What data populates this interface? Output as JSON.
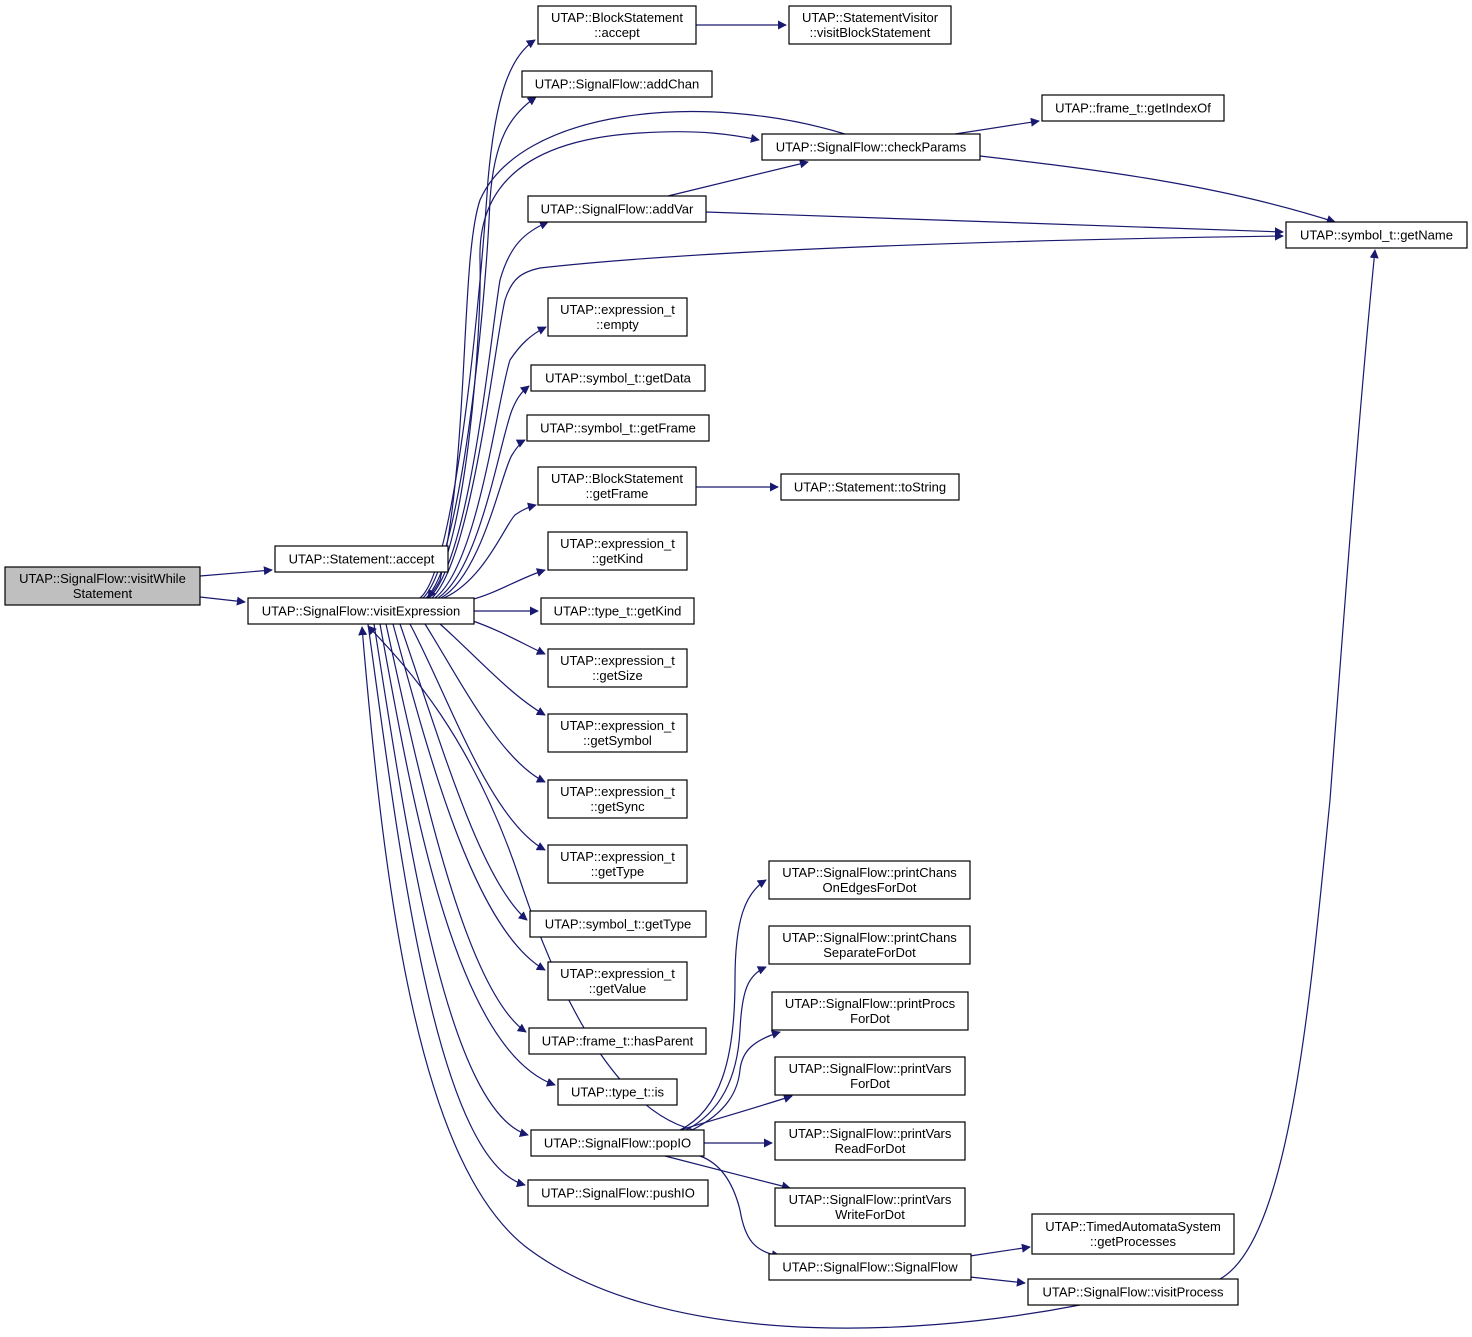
{
  "title": "UTAP::SignalFlow::visitWhileStatement call graph",
  "colors": {
    "edge": "#191970",
    "node_border": "#000000",
    "node_fill": "#ffffff",
    "root_fill": "#bfbfbf"
  },
  "nodes": [
    {
      "id": "visitWhile",
      "lines": [
        "UTAP::SignalFlow::visitWhile",
        "Statement"
      ]
    },
    {
      "id": "stmtAccept",
      "lines": [
        "UTAP::Statement::accept"
      ]
    },
    {
      "id": "visitExpression",
      "lines": [
        "UTAP::SignalFlow::visitExpression"
      ]
    },
    {
      "id": "blockAccept",
      "lines": [
        "UTAP::BlockStatement",
        "::accept"
      ]
    },
    {
      "id": "visitBlock",
      "lines": [
        "UTAP::StatementVisitor",
        "::visitBlockStatement"
      ]
    },
    {
      "id": "addChan",
      "lines": [
        "UTAP::SignalFlow::addChan"
      ]
    },
    {
      "id": "getIndexOf",
      "lines": [
        "UTAP::frame_t::getIndexOf"
      ]
    },
    {
      "id": "checkParams",
      "lines": [
        "UTAP::SignalFlow::checkParams"
      ]
    },
    {
      "id": "addVar",
      "lines": [
        "UTAP::SignalFlow::addVar"
      ]
    },
    {
      "id": "getName",
      "lines": [
        "UTAP::symbol_t::getName"
      ]
    },
    {
      "id": "exprEmpty",
      "lines": [
        "UTAP::expression_t",
        "::empty"
      ]
    },
    {
      "id": "symGetData",
      "lines": [
        "UTAP::symbol_t::getData"
      ]
    },
    {
      "id": "symGetFrame",
      "lines": [
        "UTAP::symbol_t::getFrame"
      ]
    },
    {
      "id": "blockGetFrame",
      "lines": [
        "UTAP::BlockStatement",
        "::getFrame"
      ]
    },
    {
      "id": "toString",
      "lines": [
        "UTAP::Statement::toString"
      ]
    },
    {
      "id": "exprGetKind",
      "lines": [
        "UTAP::expression_t",
        "::getKind"
      ]
    },
    {
      "id": "typeGetKind",
      "lines": [
        "UTAP::type_t::getKind"
      ]
    },
    {
      "id": "exprGetSize",
      "lines": [
        "UTAP::expression_t",
        "::getSize"
      ]
    },
    {
      "id": "exprGetSymbol",
      "lines": [
        "UTAP::expression_t",
        "::getSymbol"
      ]
    },
    {
      "id": "exprGetSync",
      "lines": [
        "UTAP::expression_t",
        "::getSync"
      ]
    },
    {
      "id": "exprGetType",
      "lines": [
        "UTAP::expression_t",
        "::getType"
      ]
    },
    {
      "id": "printChansOnEdges",
      "lines": [
        "UTAP::SignalFlow::printChans",
        "OnEdgesForDot"
      ]
    },
    {
      "id": "symGetType",
      "lines": [
        "UTAP::symbol_t::getType"
      ]
    },
    {
      "id": "printChansSeparate",
      "lines": [
        "UTAP::SignalFlow::printChans",
        "SeparateForDot"
      ]
    },
    {
      "id": "exprGetValue",
      "lines": [
        "UTAP::expression_t",
        "::getValue"
      ]
    },
    {
      "id": "printProcs",
      "lines": [
        "UTAP::SignalFlow::printProcs",
        "ForDot"
      ]
    },
    {
      "id": "hasParent",
      "lines": [
        "UTAP::frame_t::hasParent"
      ]
    },
    {
      "id": "printVars",
      "lines": [
        "UTAP::SignalFlow::printVars",
        "ForDot"
      ]
    },
    {
      "id": "typeIs",
      "lines": [
        "UTAP::type_t::is"
      ]
    },
    {
      "id": "popIO",
      "lines": [
        "UTAP::SignalFlow::popIO"
      ]
    },
    {
      "id": "printVarsRead",
      "lines": [
        "UTAP::SignalFlow::printVars",
        "ReadForDot"
      ]
    },
    {
      "id": "pushIO",
      "lines": [
        "UTAP::SignalFlow::pushIO"
      ]
    },
    {
      "id": "printVarsWrite",
      "lines": [
        "UTAP::SignalFlow::printVars",
        "WriteForDot"
      ]
    },
    {
      "id": "getProcesses",
      "lines": [
        "UTAP::TimedAutomataSystem",
        "::getProcesses"
      ]
    },
    {
      "id": "signalFlowCtor",
      "lines": [
        "UTAP::SignalFlow::SignalFlow"
      ]
    },
    {
      "id": "visitProcess",
      "lines": [
        "UTAP::SignalFlow::visitProcess"
      ]
    }
  ],
  "edges": [
    {
      "from": "visitWhile",
      "to": "stmtAccept"
    },
    {
      "from": "visitWhile",
      "to": "visitExpression"
    },
    {
      "from": "visitExpression",
      "to": "blockAccept"
    },
    {
      "from": "visitExpression",
      "to": "addChan"
    },
    {
      "from": "visitExpression",
      "to": "checkParams"
    },
    {
      "from": "visitExpression",
      "to": "addVar"
    },
    {
      "from": "visitExpression",
      "to": "getName"
    },
    {
      "from": "visitExpression",
      "to": "exprEmpty"
    },
    {
      "from": "visitExpression",
      "to": "symGetData"
    },
    {
      "from": "visitExpression",
      "to": "symGetFrame"
    },
    {
      "from": "visitExpression",
      "to": "blockGetFrame"
    },
    {
      "from": "visitExpression",
      "to": "exprGetKind"
    },
    {
      "from": "visitExpression",
      "to": "typeGetKind"
    },
    {
      "from": "visitExpression",
      "to": "exprGetSize"
    },
    {
      "from": "visitExpression",
      "to": "exprGetSymbol"
    },
    {
      "from": "visitExpression",
      "to": "exprGetSync"
    },
    {
      "from": "visitExpression",
      "to": "exprGetType"
    },
    {
      "from": "visitExpression",
      "to": "symGetType"
    },
    {
      "from": "visitExpression",
      "to": "exprGetValue"
    },
    {
      "from": "visitExpression",
      "to": "hasParent"
    },
    {
      "from": "visitExpression",
      "to": "typeIs"
    },
    {
      "from": "visitExpression",
      "to": "popIO"
    },
    {
      "from": "visitExpression",
      "to": "pushIO"
    },
    {
      "from": "blockAccept",
      "to": "visitBlock"
    },
    {
      "from": "checkParams",
      "to": "getIndexOf"
    },
    {
      "from": "checkParams",
      "to": "getName"
    },
    {
      "from": "checkParams",
      "to": "visitExpression"
    },
    {
      "from": "addVar",
      "to": "checkParams"
    },
    {
      "from": "addVar",
      "to": "getName"
    },
    {
      "from": "blockGetFrame",
      "to": "toString"
    },
    {
      "from": "popIO",
      "to": "visitExpression"
    },
    {
      "from": "popIO",
      "to": "printChansOnEdges"
    },
    {
      "from": "popIO",
      "to": "printChansSeparate"
    },
    {
      "from": "popIO",
      "to": "printProcs"
    },
    {
      "from": "popIO",
      "to": "printVars"
    },
    {
      "from": "popIO",
      "to": "printVarsRead"
    },
    {
      "from": "popIO",
      "to": "printVarsWrite"
    },
    {
      "from": "popIO",
      "to": "signalFlowCtor"
    },
    {
      "from": "signalFlowCtor",
      "to": "getProcesses"
    },
    {
      "from": "signalFlowCtor",
      "to": "visitProcess"
    },
    {
      "from": "visitProcess",
      "to": "getName"
    },
    {
      "from": "visitProcess",
      "to": "visitExpression"
    }
  ]
}
